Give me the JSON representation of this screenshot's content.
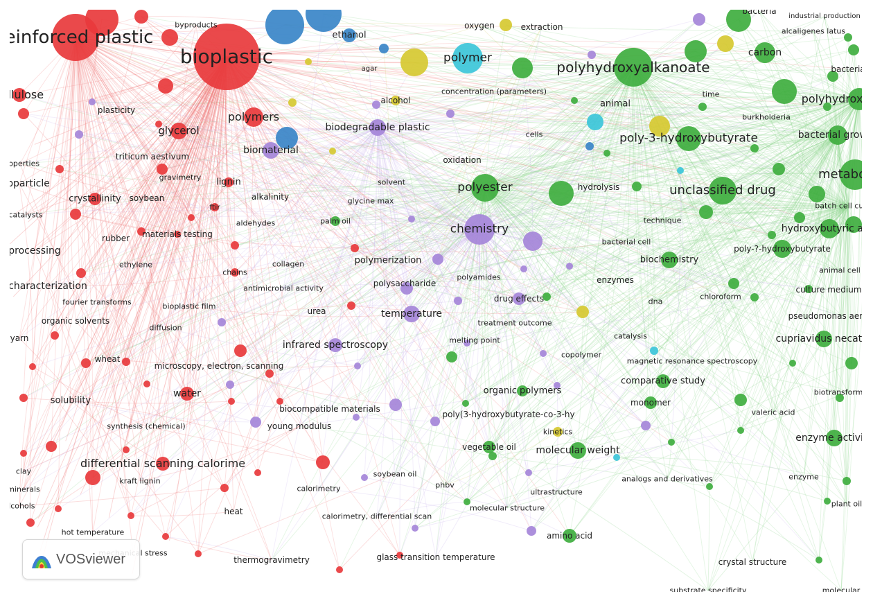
{
  "app": {
    "name": "VOSviewer"
  },
  "clusters": {
    "red": "#e8393c",
    "green": "#3fae3f",
    "purple": "#a586d9",
    "blue": "#3a86c8",
    "yellow": "#d6c931",
    "cyan": "#3cc6d9"
  },
  "links": {
    "red": "#f07c7c",
    "green": "#8fd48f",
    "purple": "#c8b3ec",
    "yellow": "#ddd27a"
  },
  "keywords": [
    {
      "label": "reinforced plastic",
      "cluster": "red"
    },
    {
      "label": "bioplastic",
      "cluster": "red"
    },
    {
      "label": "byproducts",
      "cluster": "red"
    },
    {
      "label": "cellulose",
      "cluster": "red"
    },
    {
      "label": "plasticity",
      "cluster": "red"
    },
    {
      "label": "polymers",
      "cluster": "red"
    },
    {
      "label": "glycerol",
      "cluster": "red"
    },
    {
      "label": "triticum aestivum",
      "cluster": "red"
    },
    {
      "label": "properties",
      "cluster": "red"
    },
    {
      "label": "gravimetry",
      "cluster": "red"
    },
    {
      "label": "lignin",
      "cluster": "red"
    },
    {
      "label": "nanoparticle",
      "cluster": "red"
    },
    {
      "label": "crystallinity",
      "cluster": "red"
    },
    {
      "label": "soybean",
      "cluster": "red"
    },
    {
      "label": "catalysts",
      "cluster": "red"
    },
    {
      "label": "ftir",
      "cluster": "red"
    },
    {
      "label": "alkalinity",
      "cluster": "red"
    },
    {
      "label": "aldehydes",
      "cluster": "red"
    },
    {
      "label": "rubber",
      "cluster": "red"
    },
    {
      "label": "materials testing",
      "cluster": "red"
    },
    {
      "label": "processing",
      "cluster": "red"
    },
    {
      "label": "ethylene",
      "cluster": "red"
    },
    {
      "label": "chains",
      "cluster": "red"
    },
    {
      "label": "characterization",
      "cluster": "red"
    },
    {
      "label": "fourier transforms",
      "cluster": "red"
    },
    {
      "label": "bioplastic film",
      "cluster": "red"
    },
    {
      "label": "organic solvents",
      "cluster": "red"
    },
    {
      "label": "diffusion",
      "cluster": "red"
    },
    {
      "label": "yarn",
      "cluster": "red"
    },
    {
      "label": "wheat",
      "cluster": "red"
    },
    {
      "label": "microscopy, electron, scanning",
      "cluster": "red"
    },
    {
      "label": "solubility",
      "cluster": "red"
    },
    {
      "label": "water",
      "cluster": "red"
    },
    {
      "label": "synthesis (chemical)",
      "cluster": "red"
    },
    {
      "label": "differential scanning calorime",
      "cluster": "red"
    },
    {
      "label": "clay",
      "cluster": "red"
    },
    {
      "label": "kraft lignin",
      "cluster": "red"
    },
    {
      "label": "minerals",
      "cluster": "red"
    },
    {
      "label": "alcohols",
      "cluster": "red"
    },
    {
      "label": "heat",
      "cluster": "red"
    },
    {
      "label": "hot temperature",
      "cluster": "red"
    },
    {
      "label": "mechanical stress",
      "cluster": "red"
    },
    {
      "label": "thermogravimetry",
      "cluster": "purple"
    },
    {
      "label": "ethanol",
      "cluster": "blue"
    },
    {
      "label": "agar",
      "cluster": "yellow"
    },
    {
      "label": "alcohol",
      "cluster": "yellow"
    },
    {
      "label": "oxygen",
      "cluster": "yellow"
    },
    {
      "label": "extraction",
      "cluster": "yellow"
    },
    {
      "label": "polymer",
      "cluster": "cyan"
    },
    {
      "label": "concentration (parameters)",
      "cluster": "yellow"
    },
    {
      "label": "biodegradable plastic",
      "cluster": "purple"
    },
    {
      "label": "biomaterial",
      "cluster": "purple"
    },
    {
      "label": "oxidation",
      "cluster": "yellow"
    },
    {
      "label": "solvent",
      "cluster": "yellow"
    },
    {
      "label": "glycine max",
      "cluster": "green"
    },
    {
      "label": "palm oil",
      "cluster": "green"
    },
    {
      "label": "polyester",
      "cluster": "green"
    },
    {
      "label": "chemistry",
      "cluster": "purple"
    },
    {
      "label": "polymerization",
      "cluster": "purple"
    },
    {
      "label": "collagen",
      "cluster": "purple"
    },
    {
      "label": "antimicrobial activity",
      "cluster": "purple"
    },
    {
      "label": "polysaccharide",
      "cluster": "purple"
    },
    {
      "label": "polyamides",
      "cluster": "purple"
    },
    {
      "label": "drug effects",
      "cluster": "purple"
    },
    {
      "label": "urea",
      "cluster": "purple"
    },
    {
      "label": "temperature",
      "cluster": "purple"
    },
    {
      "label": "treatment outcome",
      "cluster": "purple"
    },
    {
      "label": "infrared spectroscopy",
      "cluster": "purple"
    },
    {
      "label": "melting point",
      "cluster": "purple"
    },
    {
      "label": "copolymer",
      "cluster": "green"
    },
    {
      "label": "organic polymers",
      "cluster": "green"
    },
    {
      "label": "biocompatible materials",
      "cluster": "purple"
    },
    {
      "label": "young modulus",
      "cluster": "purple"
    },
    {
      "label": "poly(3-hydroxybutyrate-co-3-hy",
      "cluster": "green"
    },
    {
      "label": "kinetics",
      "cluster": "yellow"
    },
    {
      "label": "vegetable oil",
      "cluster": "green"
    },
    {
      "label": "molecular weight",
      "cluster": "green"
    },
    {
      "label": "soybean oil",
      "cluster": "purple"
    },
    {
      "label": "phbv",
      "cluster": "green"
    },
    {
      "label": "calorimetry",
      "cluster": "purple"
    },
    {
      "label": "ultrastructure",
      "cluster": "cyan"
    },
    {
      "label": "molecular structure",
      "cluster": "green"
    },
    {
      "label": "calorimetry, differential scan",
      "cluster": "purple"
    },
    {
      "label": "amino acid",
      "cluster": "green"
    },
    {
      "label": "glass transition temperature",
      "cluster": "purple"
    },
    {
      "label": "bacteria",
      "cluster": "green"
    },
    {
      "label": "industrial production",
      "cluster": "green"
    },
    {
      "label": "alcaligenes latus",
      "cluster": "green"
    },
    {
      "label": "polyhydroxyalkanoate",
      "cluster": "green"
    },
    {
      "label": "carbon",
      "cluster": "green"
    },
    {
      "label": "bacteria",
      "cluster": "green"
    },
    {
      "label": "time",
      "cluster": "green"
    },
    {
      "label": "polyhydroxybutyrate",
      "cluster": "green"
    },
    {
      "label": "animal",
      "cluster": "purple"
    },
    {
      "label": "burkholderia",
      "cluster": "green"
    },
    {
      "label": "cells",
      "cluster": "green"
    },
    {
      "label": "poly-3-hydroxybutyrate",
      "cluster": "green"
    },
    {
      "label": "bacterial growth",
      "cluster": "green"
    },
    {
      "label": "metabolism",
      "cluster": "green"
    },
    {
      "label": "hydrolysis",
      "cluster": "yellow"
    },
    {
      "label": "unclassified drug",
      "cluster": "green"
    },
    {
      "label": "batch cell culture",
      "cluster": "green"
    },
    {
      "label": "technique",
      "cluster": "green"
    },
    {
      "label": "hydroxybutyric acid",
      "cluster": "green"
    },
    {
      "label": "bacterial cell",
      "cluster": "green"
    },
    {
      "label": "poly-?-hydroxybutyrate",
      "cluster": "green"
    },
    {
      "label": "biochemistry",
      "cluster": "green"
    },
    {
      "label": "animal cell",
      "cluster": "green"
    },
    {
      "label": "enzymes",
      "cluster": "green"
    },
    {
      "label": "chloroform",
      "cluster": "green"
    },
    {
      "label": "culture medium",
      "cluster": "green"
    },
    {
      "label": "dna",
      "cluster": "green"
    },
    {
      "label": "pseudomonas aeruginosa",
      "cluster": "green"
    },
    {
      "label": "catalysis",
      "cluster": "green"
    },
    {
      "label": "cupriavidus necator",
      "cluster": "green"
    },
    {
      "label": "magnetic resonance spectroscopy",
      "cluster": "cyan"
    },
    {
      "label": "comparative study",
      "cluster": "green"
    },
    {
      "label": "biotransformation",
      "cluster": "green"
    },
    {
      "label": "monomer",
      "cluster": "green"
    },
    {
      "label": "valeric acid",
      "cluster": "green"
    },
    {
      "label": "enzyme activity",
      "cluster": "green"
    },
    {
      "label": "analogs and derivatives",
      "cluster": "green"
    },
    {
      "label": "enzyme",
      "cluster": "green"
    },
    {
      "label": "plant oil",
      "cluster": "green"
    },
    {
      "label": "crystal structure",
      "cluster": "green"
    },
    {
      "label": "substrate specificity",
      "cluster": "green"
    },
    {
      "label": "molecular",
      "cluster": "green"
    }
  ]
}
